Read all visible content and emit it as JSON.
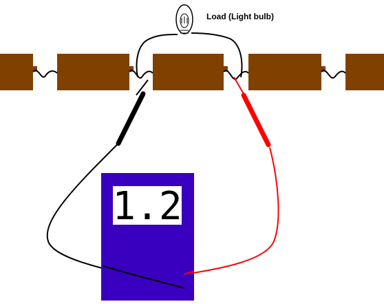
{
  "load_label": "Load (Light bulb)",
  "meter": {
    "reading": "1.2",
    "body_color": "#3a00c0",
    "display_color": "#ffffff"
  },
  "colors": {
    "cell": "#804000",
    "wire": "#000000",
    "positive_lead": "#ff0000",
    "negative_lead": "#000000"
  },
  "cells": [
    {
      "name": "cell-1"
    },
    {
      "name": "cell-2"
    },
    {
      "name": "cell-3"
    },
    {
      "name": "cell-4"
    },
    {
      "name": "cell-5"
    }
  ]
}
